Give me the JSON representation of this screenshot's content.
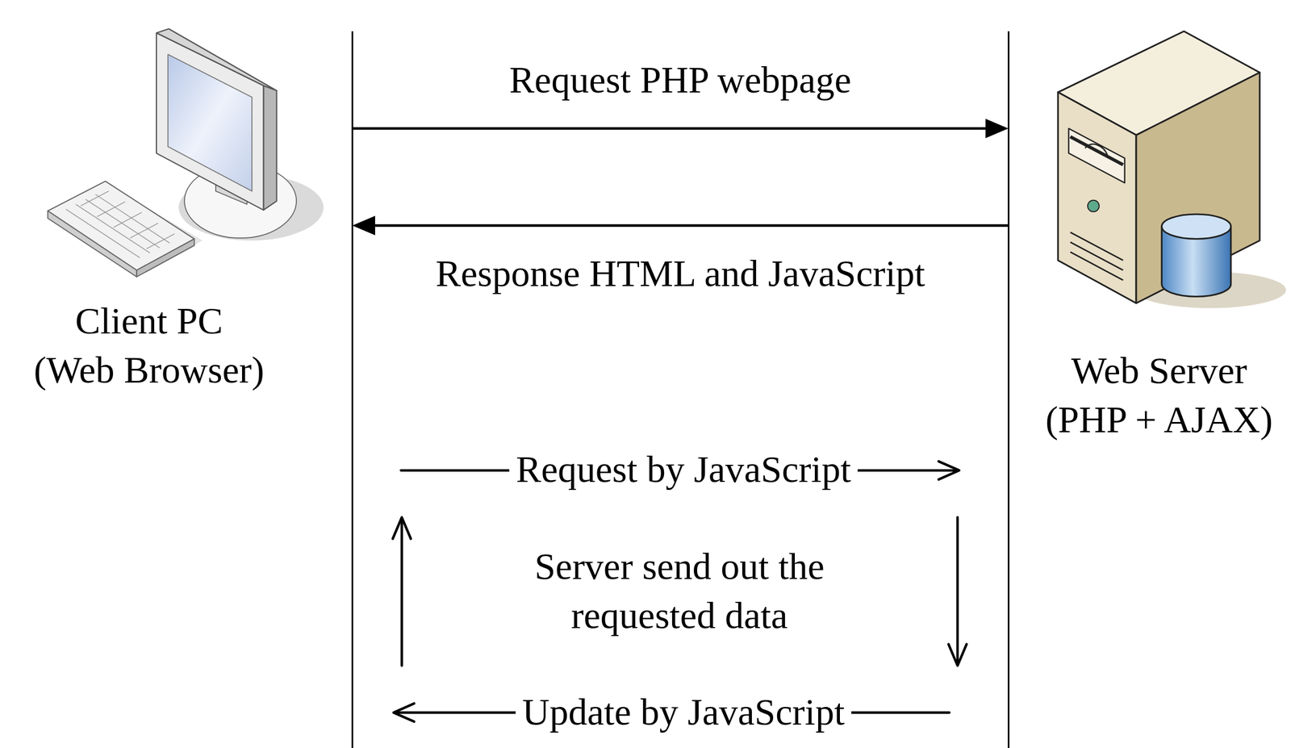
{
  "diagram": {
    "nodes": [
      {
        "text": [
          "Client PC (Web Browser)"
        ]
      },
      {
        "text": [
          "Web Server (PHP + AJAX)"
        ]
      }
    ],
    "edges": [
      {
        "from": 0,
        "to": 1,
        "arrow": "to",
        "label": "Request PHP webpage"
      },
      {
        "from": 1,
        "to": 0,
        "arrow": "to",
        "label": "Response HTML and JavaScript"
      }
    ],
    "labels": [
      "Request by JavaScript",
      "Server send out the requested data",
      "Update by JavaScript"
    ]
  }
}
